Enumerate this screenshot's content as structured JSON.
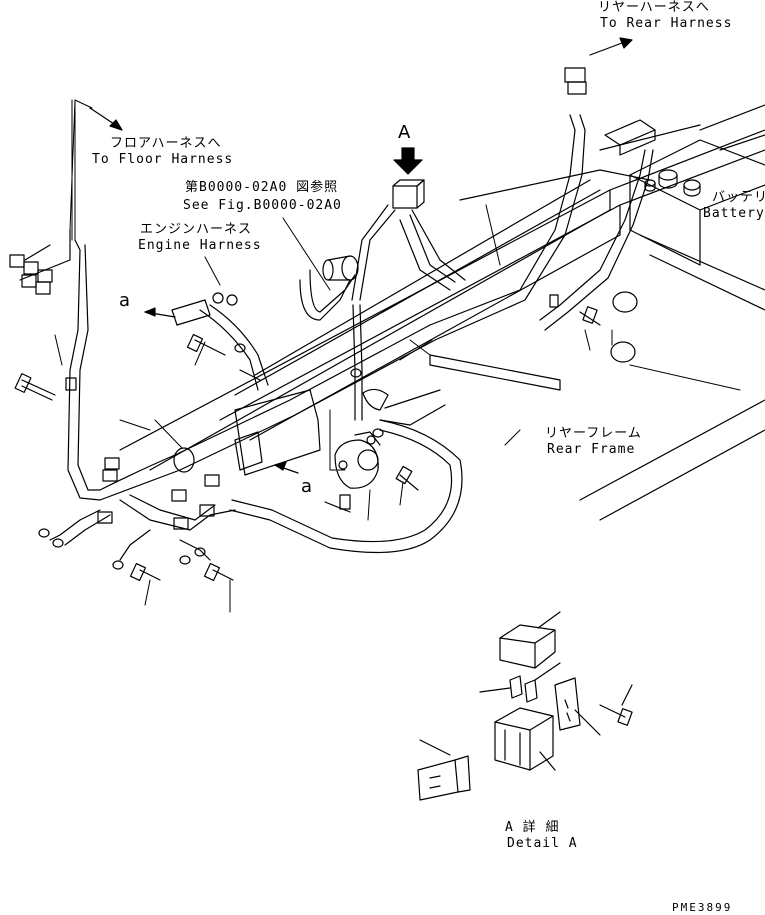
{
  "labels": {
    "rear_harness_jp": "リヤーハーネスへ",
    "rear_harness_en": "To Rear Harness",
    "floor_harness_jp": "フロアハーネスへ",
    "floor_harness_en": "To Floor Harness",
    "see_fig_jp": "第B0000-02A0 図参照",
    "see_fig_en": "See Fig.B0000-02A0",
    "engine_harness_jp": "エンジンハーネス",
    "engine_harness_en": "Engine Harness",
    "battery_jp": "バッテリ",
    "battery_en": "Battery",
    "rear_frame_jp": "リヤーフレーム",
    "rear_frame_en": "Rear Frame",
    "detail_jp": "A 詳 細",
    "detail_en": "Detail A",
    "view_letter": "A",
    "ref_a1": "a",
    "ref_a2": "a",
    "drawing_no": "PME3899"
  }
}
